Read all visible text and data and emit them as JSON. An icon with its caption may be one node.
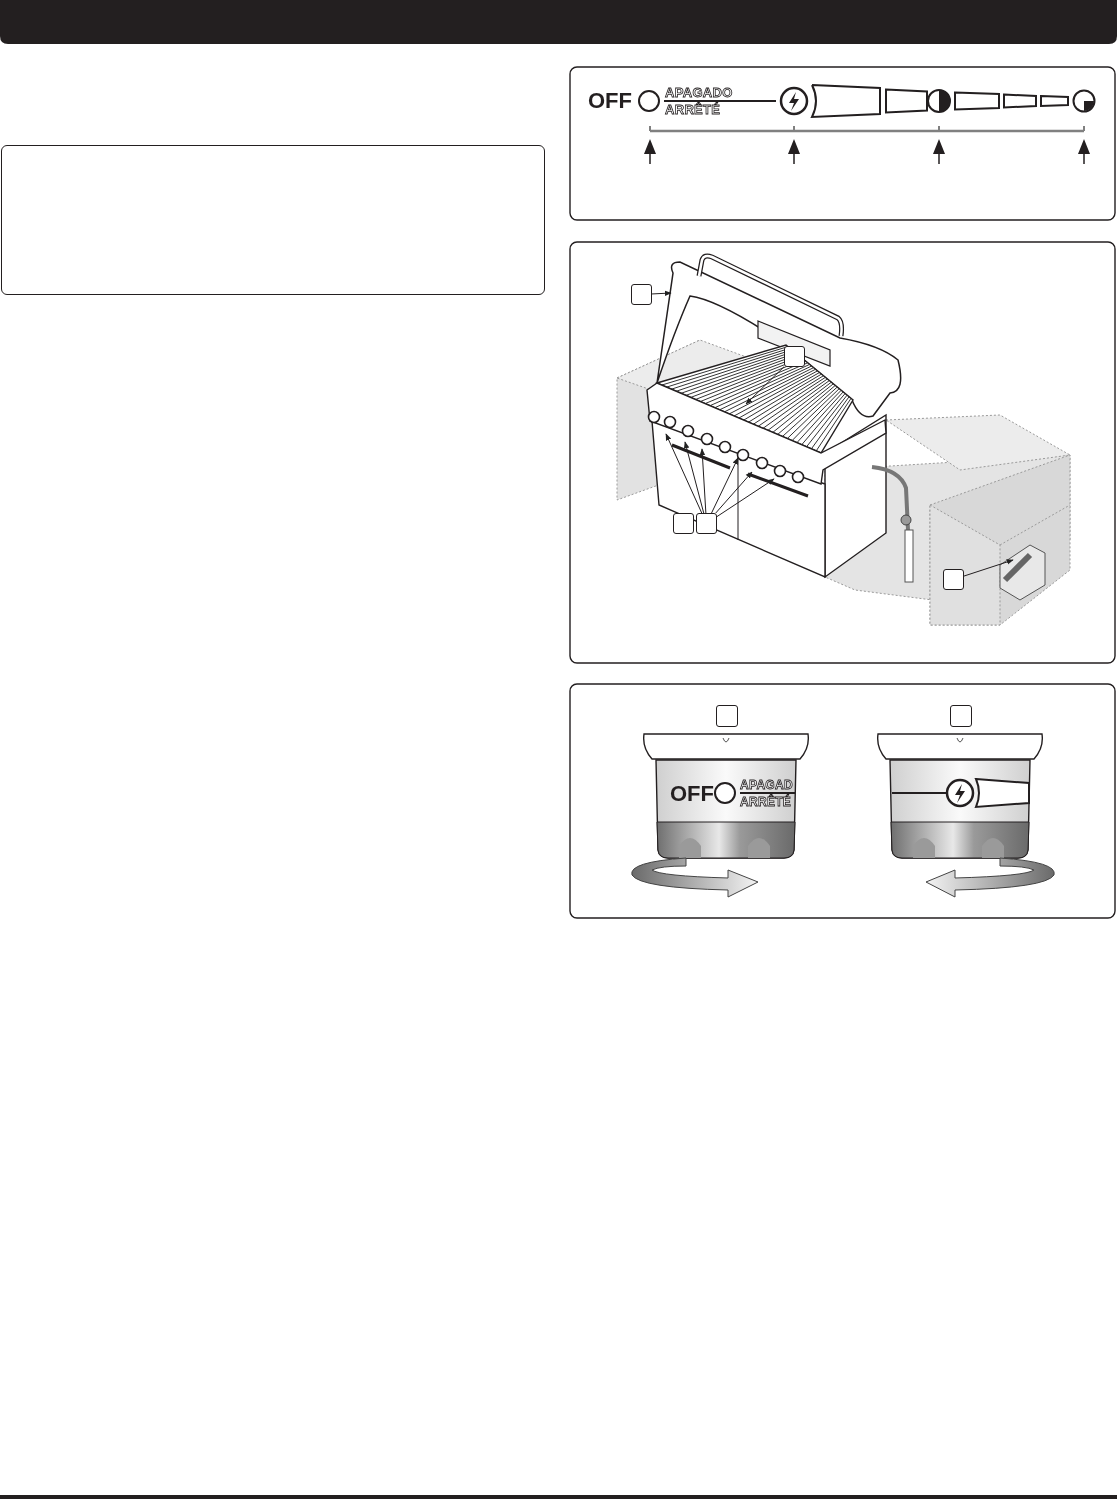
{
  "diagram": {
    "nodes": [
      {
        "text": [],
        "shape": "box"
      },
      {
        "text": [],
        "shape": "box"
      },
      {
        "text": [],
        "shape": "box"
      },
      {
        "text": [],
        "shape": "box"
      },
      {
        "text": [],
        "shape": "box"
      },
      {
        "text": [],
        "shape": "box"
      },
      {
        "text": [],
        "shape": "box"
      },
      {
        "text": [],
        "shape": "box"
      }
    ],
    "edges": [
      {
        "from": 0,
        "to": null,
        "arrow": "to"
      },
      {
        "from": 1,
        "to": null,
        "arrow": "to"
      },
      {
        "from": 3,
        "to": null,
        "arrow": "to"
      },
      {
        "from": 3,
        "to": null,
        "arrow": "to"
      },
      {
        "from": 3,
        "to": null,
        "arrow": "to"
      },
      {
        "from": 3,
        "to": null,
        "arrow": "to"
      },
      {
        "from": 3,
        "to": null,
        "arrow": "to"
      },
      {
        "from": 3,
        "to": null,
        "arrow": "to"
      },
      {
        "from": 4,
        "to": null,
        "arrow": "to"
      }
    ],
    "labels": [
      "OFF",
      "APAGADO",
      "ARRÊTÉ",
      "OFF",
      "APAGAD",
      "ARRÊTÉ"
    ]
  }
}
